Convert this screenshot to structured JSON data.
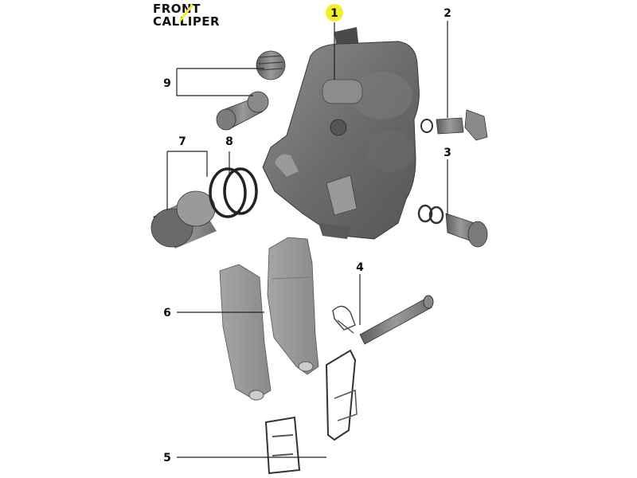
{
  "title": {
    "line1": "FRONT",
    "line2": "CALLIPER"
  },
  "callouts": [
    "1",
    "2",
    "3",
    "4",
    "5",
    "6",
    "7",
    "8",
    "9"
  ],
  "colors": {
    "highlight": "#f2ee2a",
    "part_dark": "#6a6a6a",
    "part_mid": "#8a8a8a",
    "part_light": "#a8a8a8",
    "pad_grey": "#9c9c9c"
  }
}
